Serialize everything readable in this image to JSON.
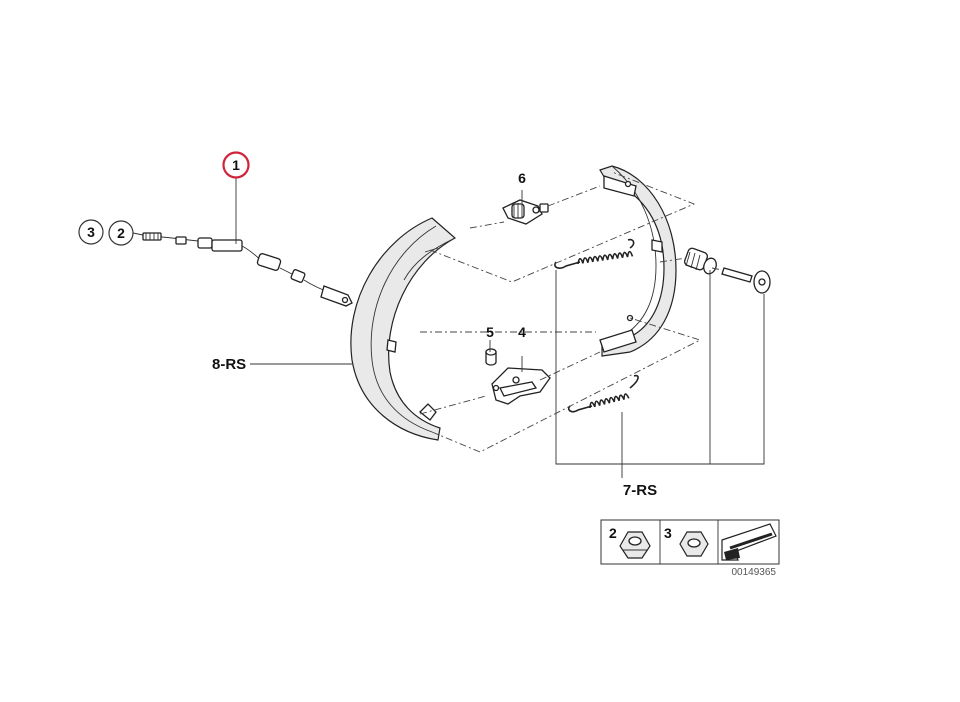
{
  "diagram": {
    "callouts": [
      {
        "id": "1",
        "label": "1",
        "highlighted": true,
        "highlight_color": "#d0233a"
      },
      {
        "id": "2",
        "label": "2"
      },
      {
        "id": "3",
        "label": "3"
      },
      {
        "id": "4",
        "label": "4"
      },
      {
        "id": "5",
        "label": "5"
      },
      {
        "id": "6",
        "label": "6"
      },
      {
        "id": "7",
        "label": "7-RS"
      },
      {
        "id": "8",
        "label": "8-RS"
      }
    ],
    "legend": {
      "items": [
        {
          "label": "2",
          "icon": "flange-nut-icon"
        },
        {
          "label": "3",
          "icon": "hex-nut-icon"
        }
      ],
      "arrow_icon": "direction-arrow-icon",
      "reference_number": "00149365"
    }
  }
}
